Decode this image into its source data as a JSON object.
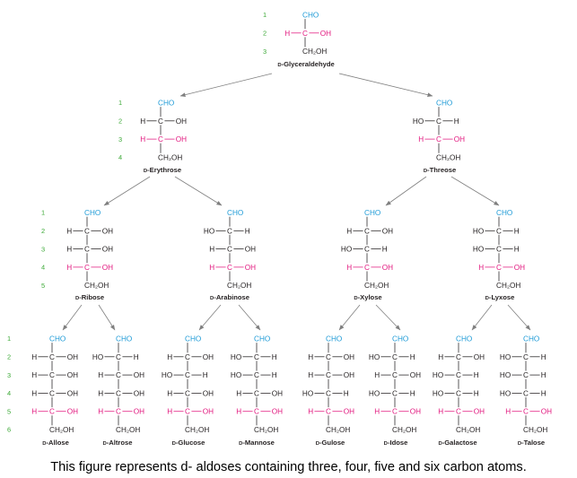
{
  "colors": {
    "carbon_number": "#3ba936",
    "aldehyde_group": "#1f9bd7",
    "reference_carbon": "#e2187f",
    "formula": "#231f20",
    "arrow": "#7f7f7f"
  },
  "groups": {
    "aldehyde": "CHO",
    "carbon": "C",
    "terminal": "CH₂OH"
  },
  "tiers": [
    {
      "carbon_numbers": [
        "1",
        "2",
        "3"
      ],
      "sugars": [
        {
          "name": "D-Glyceraldehyde",
          "chain": [
            {
              "left": "H",
              "right": "OH"
            }
          ]
        }
      ]
    },
    {
      "carbon_numbers": [
        "1",
        "2",
        "3",
        "4"
      ],
      "sugars": [
        {
          "name": "D-Erythrose",
          "chain": [
            {
              "left": "H",
              "right": "OH"
            },
            {
              "left": "H",
              "right": "OH"
            }
          ]
        },
        {
          "name": "D-Threose",
          "chain": [
            {
              "left": "HO",
              "right": "H"
            },
            {
              "left": "H",
              "right": "OH"
            }
          ]
        }
      ]
    },
    {
      "carbon_numbers": [
        "1",
        "2",
        "3",
        "4",
        "5"
      ],
      "sugars": [
        {
          "name": "D-Ribose",
          "chain": [
            {
              "left": "H",
              "right": "OH"
            },
            {
              "left": "H",
              "right": "OH"
            },
            {
              "left": "H",
              "right": "OH"
            }
          ]
        },
        {
          "name": "D-Arabinose",
          "chain": [
            {
              "left": "HO",
              "right": "H"
            },
            {
              "left": "H",
              "right": "OH"
            },
            {
              "left": "H",
              "right": "OH"
            }
          ]
        },
        {
          "name": "D-Xylose",
          "chain": [
            {
              "left": "H",
              "right": "OH"
            },
            {
              "left": "HO",
              "right": "H"
            },
            {
              "left": "H",
              "right": "OH"
            }
          ]
        },
        {
          "name": "D-Lyxose",
          "chain": [
            {
              "left": "HO",
              "right": "H"
            },
            {
              "left": "HO",
              "right": "H"
            },
            {
              "left": "H",
              "right": "OH"
            }
          ]
        }
      ]
    },
    {
      "carbon_numbers": [
        "1",
        "2",
        "3",
        "4",
        "5",
        "6"
      ],
      "sugars": [
        {
          "name": "D-Allose",
          "chain": [
            {
              "left": "H",
              "right": "OH"
            },
            {
              "left": "H",
              "right": "OH"
            },
            {
              "left": "H",
              "right": "OH"
            },
            {
              "left": "H",
              "right": "OH"
            }
          ]
        },
        {
          "name": "D-Altrose",
          "chain": [
            {
              "left": "HO",
              "right": "H"
            },
            {
              "left": "H",
              "right": "OH"
            },
            {
              "left": "H",
              "right": "OH"
            },
            {
              "left": "H",
              "right": "OH"
            }
          ]
        },
        {
          "name": "D-Glucose",
          "chain": [
            {
              "left": "H",
              "right": "OH"
            },
            {
              "left": "HO",
              "right": "H"
            },
            {
              "left": "H",
              "right": "OH"
            },
            {
              "left": "H",
              "right": "OH"
            }
          ]
        },
        {
          "name": "D-Mannose",
          "chain": [
            {
              "left": "HO",
              "right": "H"
            },
            {
              "left": "HO",
              "right": "H"
            },
            {
              "left": "H",
              "right": "OH"
            },
            {
              "left": "H",
              "right": "OH"
            }
          ]
        },
        {
          "name": "D-Gulose",
          "chain": [
            {
              "left": "H",
              "right": "OH"
            },
            {
              "left": "H",
              "right": "OH"
            },
            {
              "left": "HO",
              "right": "H"
            },
            {
              "left": "H",
              "right": "OH"
            }
          ]
        },
        {
          "name": "D-Idose",
          "chain": [
            {
              "left": "HO",
              "right": "H"
            },
            {
              "left": "H",
              "right": "OH"
            },
            {
              "left": "HO",
              "right": "H"
            },
            {
              "left": "H",
              "right": "OH"
            }
          ]
        },
        {
          "name": "D-Galactose",
          "chain": [
            {
              "left": "H",
              "right": "OH"
            },
            {
              "left": "HO",
              "right": "H"
            },
            {
              "left": "HO",
              "right": "H"
            },
            {
              "left": "H",
              "right": "OH"
            }
          ]
        },
        {
          "name": "D-Talose",
          "chain": [
            {
              "left": "HO",
              "right": "H"
            },
            {
              "left": "HO",
              "right": "H"
            },
            {
              "left": "HO",
              "right": "H"
            },
            {
              "left": "H",
              "right": "OH"
            }
          ]
        }
      ]
    }
  ],
  "caption": "This figure represents d- aldoses containing three, four, five and six carbon atoms."
}
